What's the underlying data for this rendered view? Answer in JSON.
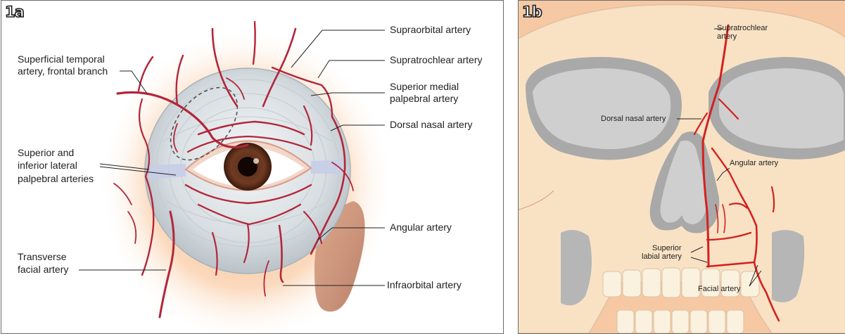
{
  "panel_a": {
    "figure_label": "1a",
    "labels": {
      "supraorbital": "Supraorbital artery",
      "supratrochlear": "Supratrochlear artery",
      "superior_medial_line1": "Superior medial",
      "superior_medial_line2": "palpebral artery",
      "dorsal_nasal": "Dorsal nasal artery",
      "superficial_temporal_line1": "Superficial temporal",
      "superficial_temporal_line2": "artery, frontal branch",
      "palpebral_line1": "Superior and",
      "palpebral_line2": "inferior lateral",
      "palpebral_line3": "palpebral arteries",
      "angular": "Angular artery",
      "transverse_line1": "Transverse",
      "transverse_line2": "facial artery",
      "infraorbital": "Infraorbital artery"
    }
  },
  "panel_b": {
    "figure_label": "1b",
    "labels": {
      "supratrochlear_line1": "Supratrochlear",
      "supratrochlear_line2": "artery",
      "dorsal_nasal": "Dorsal nasal artery",
      "angular": "Angular artery",
      "superior_labial_line1": "Superior",
      "superior_labial_line2": "labial artery",
      "facial": "Facial artery"
    }
  },
  "colors": {
    "artery": "#b3263a",
    "artery_bright": "#d42020",
    "skin": "#f6c9a4",
    "bone": "#f9e2c4",
    "orbit_gray": "#a9a9a9"
  }
}
